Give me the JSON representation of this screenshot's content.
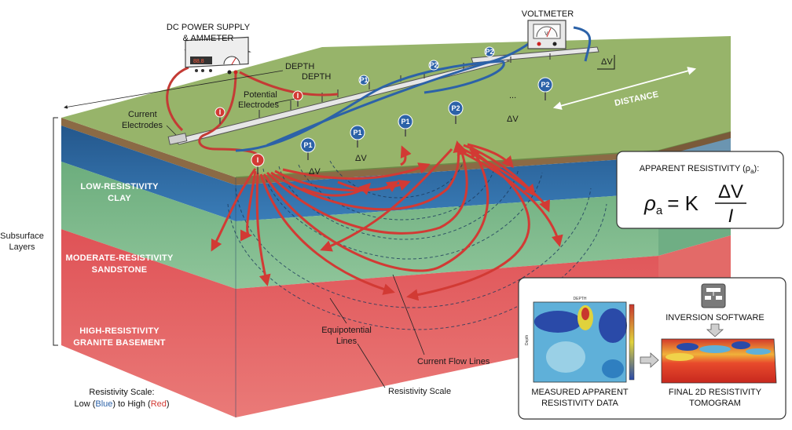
{
  "labels": {
    "dc_power_line1": "DC POWER SUPPLY",
    "dc_power_line2": "& AMMETER",
    "voltmeter": "VOLTMETER",
    "depth_a": "DEPTH",
    "depth_b": "DEPTH",
    "potential_line1": "Potential",
    "potential_line2": "Electrodes",
    "current_line1": "Current",
    "current_line2": "Electrodes",
    "distance": "DISTANCE",
    "delta_v": "ΔV",
    "low_res_line1": "LOW-RESISTIVITY",
    "low_res_line2": "CLAY",
    "mod_res_line1": "MODERATE-RESISTIVITY",
    "mod_res_line2": "SANDSTONE",
    "high_res_line1": "HIGH-RESISTIVITY",
    "high_res_line2": "GRANITE BASEMENT",
    "subsurface_line1": "Subsurface",
    "subsurface_line2": "Layers",
    "equipotential_line1": "Equipotential",
    "equipotential_line2": "Lines",
    "current_flow": "Current Flow Lines",
    "resistivity_scale": "Resistivity Scale",
    "scale_caption_line1": "Resistivity Scale:",
    "scale_caption_low": "Low (",
    "scale_caption_blue": "Blue",
    "scale_caption_mid": ") to High (",
    "scale_caption_red": "Red",
    "scale_caption_end": ")",
    "ellipsis": "..."
  },
  "electrodes": {
    "current": "I",
    "p1": "P1",
    "p2": "P2"
  },
  "formula": {
    "title": "APPARENT RESISTIVITY (ρ",
    "title_sub": "a",
    "title_end": "):",
    "rho": "ρ",
    "rho_sub": "a",
    "equals_k": "= K",
    "numerator": "ΔV",
    "denominator": "I"
  },
  "inset": {
    "software": "INVERSION SOFTWARE",
    "measured_line1": "MEASURED APPARENT",
    "measured_line2": "RESISTIVITY DATA",
    "final_line1": "FINAL 2D RESISTIVITY",
    "final_line2": "TOMOGRAM",
    "plot_top_label": "DEPTH",
    "plot_side_label": "Depth"
  },
  "colors": {
    "ground": "#97b46a",
    "clay": "#2f6fa8",
    "sandstone": "#7cb98c",
    "granite": "#e2585c",
    "current_arrow": "#d23a34",
    "potential_cable": "#2c62a8"
  }
}
